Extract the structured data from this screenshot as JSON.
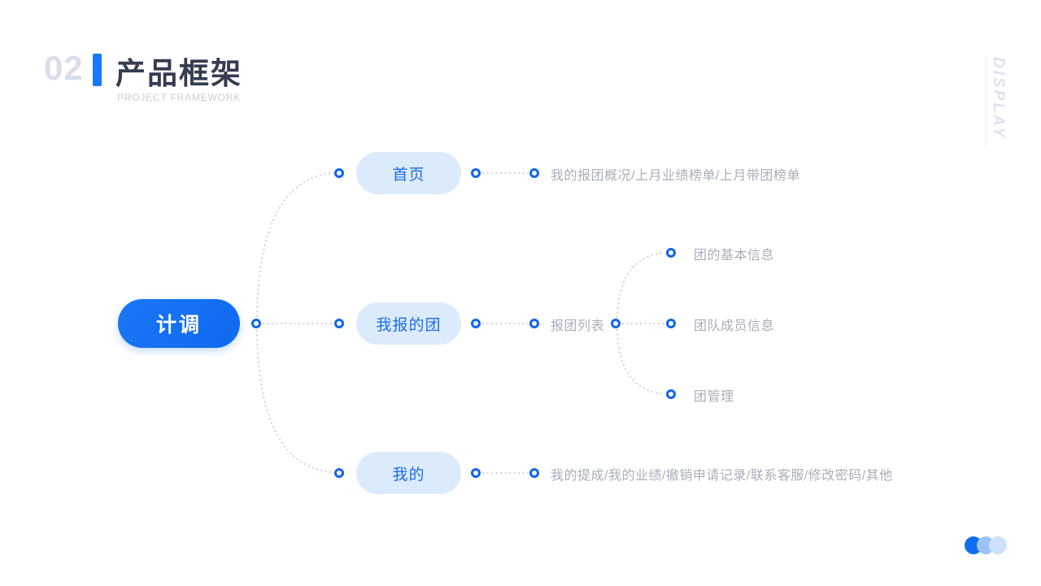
{
  "slide": {
    "section_number": "02",
    "title": "产品框架",
    "subtitle": "PROJECT FRAMEWORK",
    "side_label": "DISPLAY"
  },
  "mindmap": {
    "root": {
      "label": "计调"
    },
    "branches": [
      {
        "label": "首页",
        "detail": "我的报团概况/上月业绩榜单/上月带团榜单"
      },
      {
        "label": "我报的团",
        "child": {
          "label": "报团列表",
          "children": [
            "团的基本信息",
            "团队成员信息",
            "团管理"
          ]
        }
      },
      {
        "label": "我的",
        "detail": "我的提成/我的业绩/撤销申请记录/联系客服/修改密码/其他"
      }
    ]
  },
  "colors": {
    "accent_blue": "#1677ff",
    "root_pill": "#1470f4",
    "branch_pill_bg": "#dcebfb",
    "branch_pill_text": "#1a6df0",
    "ring_blue": "#0f66ee",
    "leaf_text_gray": "#a8aeba",
    "connector_gray": "#c9cdd6",
    "title_navy": "#343c50",
    "muted_lavender": "#d9dce9"
  },
  "progress_dots": {
    "count": 3,
    "colors": [
      "#0e6ef2",
      "#9cc3f4",
      "#cde1fa"
    ]
  }
}
